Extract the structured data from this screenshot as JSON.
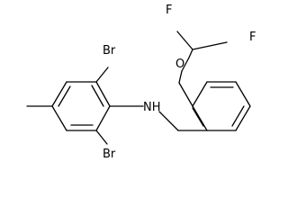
{
  "molecule": {
    "labels": {
      "br_top": "Br",
      "br_bottom": "Br",
      "nh": "NH",
      "o": "O",
      "f_left": "F",
      "f_right": "F"
    }
  }
}
